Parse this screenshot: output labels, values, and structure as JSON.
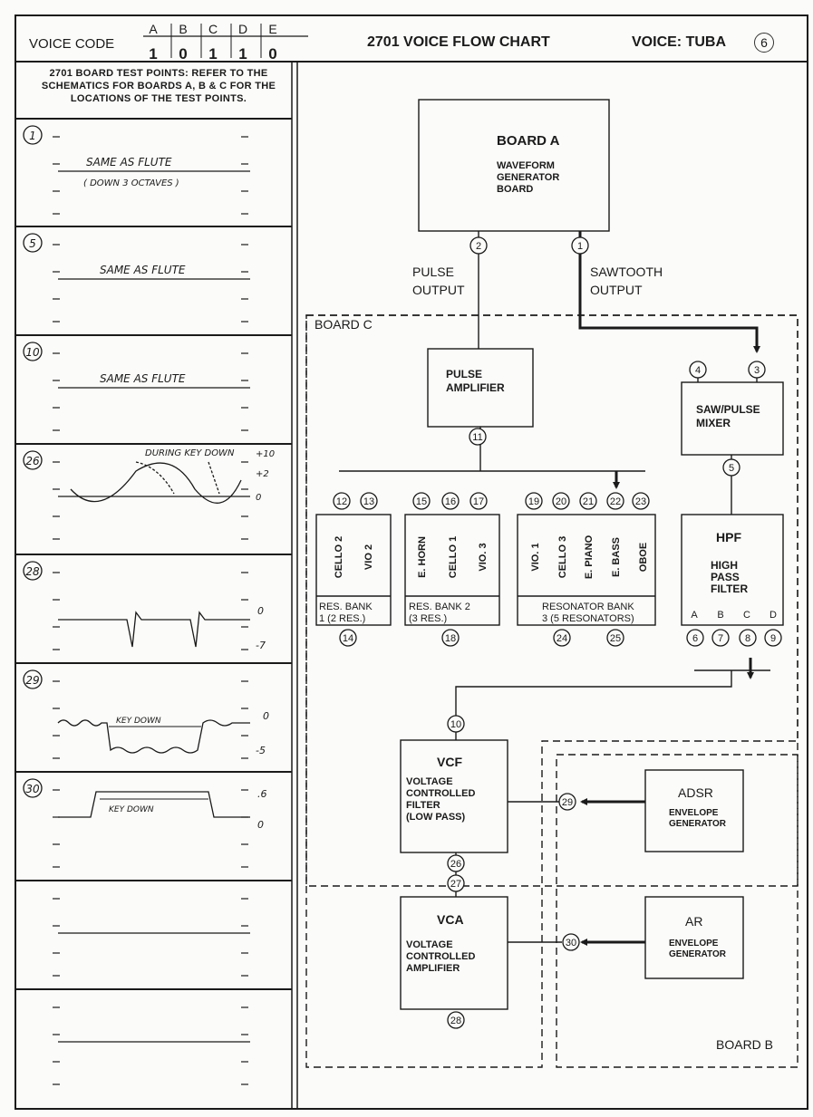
{
  "header": {
    "voice_code_label": "VOICE CODE",
    "code_letters": [
      "A",
      "B",
      "C",
      "D",
      "E"
    ],
    "code_values": [
      "1",
      "0",
      "1",
      "1",
      "0"
    ],
    "chart_title": "2701 VOICE FLOW CHART",
    "voice_label": "VOICE: TUBA",
    "voice_number": "6"
  },
  "left_panel": {
    "note": "2701 BOARD TEST POINTS: REFER TO THE SCHEMATICS FOR BOARDS A, B & C FOR THE LOCATIONS OF THE TEST POINTS.",
    "rows": [
      {
        "tp": "1",
        "text": "SAME AS FLUTE",
        "subtext": "( DOWN 3 OCTAVES )"
      },
      {
        "tp": "5",
        "text": "SAME AS FLUTE"
      },
      {
        "tp": "10",
        "text": "SAME AS FLUTE"
      },
      {
        "tp": "26",
        "annotation": "DURING KEY DOWN",
        "levels": [
          "+10",
          "+2",
          "0"
        ]
      },
      {
        "tp": "28",
        "levels": [
          "0",
          "-7"
        ]
      },
      {
        "tp": "29",
        "annotation": "KEY DOWN",
        "levels": [
          "0",
          "-5"
        ]
      },
      {
        "tp": "30",
        "annotation": "KEY DOWN",
        "levels": [
          ".6",
          "0"
        ]
      },
      {
        "tp": ""
      },
      {
        "tp": ""
      }
    ]
  },
  "diagram": {
    "board_a": {
      "title": "BOARD A",
      "lines": [
        "WAVEFORM",
        "GENERATOR",
        "BOARD"
      ]
    },
    "pulse_output": [
      "PULSE",
      "OUTPUT"
    ],
    "sawtooth_output": [
      "SAWTOOTH",
      "OUTPUT"
    ],
    "board_c_label": "BOARD C",
    "board_b_label": "BOARD B",
    "pulse_amp": [
      "PULSE",
      "AMPLIFIER"
    ],
    "saw_pulse_mixer": [
      "SAW/PULSE",
      "MIXER"
    ],
    "hpf": {
      "title": "HPF",
      "lines": [
        "HIGH",
        "PASS",
        "FILTER"
      ],
      "taps": [
        "A",
        "B",
        "C",
        "D"
      ]
    },
    "res_bank_1": {
      "resonators": [
        "CELLO 2",
        "VIO 2"
      ],
      "label": [
        "RES. BANK",
        "1 (2 RES.)"
      ]
    },
    "res_bank_2": {
      "resonators": [
        "E. HORN",
        "CELLO 1",
        "VIO. 3"
      ],
      "label": [
        "RES. BANK 2",
        "(3 RES.)"
      ]
    },
    "res_bank_3": {
      "resonators": [
        "VIO. 1",
        "CELLO 3",
        "E. PIANO",
        "E. BASS",
        "OBOE"
      ],
      "label": [
        "RESONATOR BANK",
        "3 (5 RESONATORS)"
      ]
    },
    "vcf": {
      "title": "VCF",
      "lines": [
        "VOLTAGE",
        "CONTROLLED",
        "FILTER",
        "(LOW PASS)"
      ]
    },
    "vca": {
      "title": "VCA",
      "lines": [
        "VOLTAGE",
        "CONTROLLED",
        "AMPLIFIER"
      ]
    },
    "adsr": {
      "title": "ADSR",
      "lines": [
        "ENVELOPE",
        "GENERATOR"
      ]
    },
    "ar": {
      "title": "AR",
      "lines": [
        "ENVELOPE",
        "GENERATOR"
      ]
    },
    "test_points": [
      "1",
      "2",
      "3",
      "4",
      "5",
      "6",
      "7",
      "8",
      "9",
      "10",
      "11",
      "12",
      "13",
      "14",
      "15",
      "16",
      "17",
      "18",
      "19",
      "20",
      "21",
      "22",
      "23",
      "24",
      "25",
      "26",
      "27",
      "28",
      "29",
      "30"
    ]
  }
}
